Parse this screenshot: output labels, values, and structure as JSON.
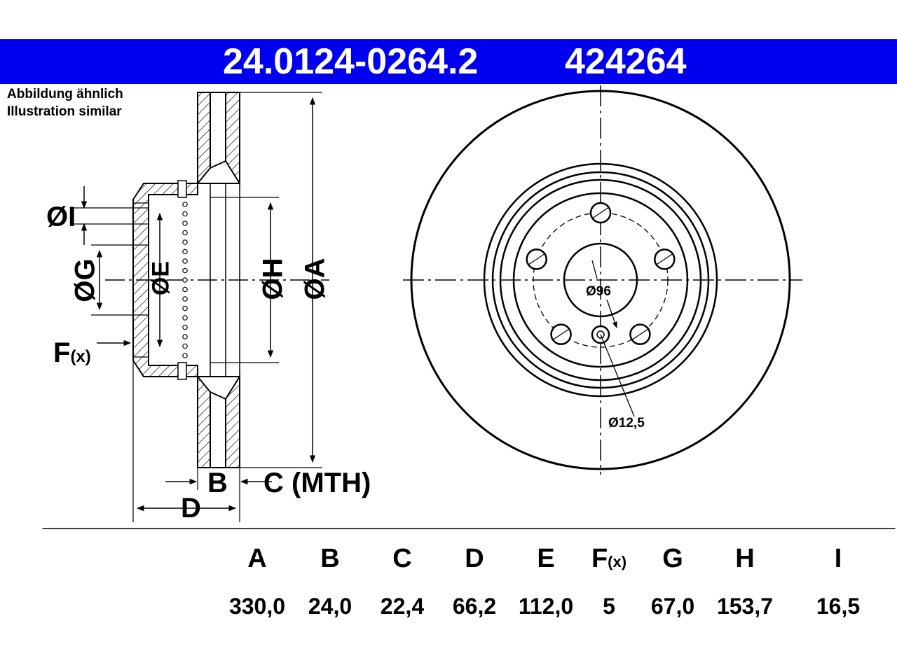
{
  "header": {
    "part_number": "24.0124-0264.2",
    "alt_number": "424264",
    "background_color": "#0000ee",
    "text_color": "#ffffff"
  },
  "note": {
    "line1": "Abbildung ähnlich",
    "line2": "Illustration similar"
  },
  "side_view_labels": {
    "I": "ØI",
    "G": "ØG",
    "E": "ØE",
    "H": "ØH",
    "A": "ØA",
    "F": "F",
    "F_sub": "(x)",
    "B": "B",
    "C": "C (MTH)",
    "D": "D"
  },
  "front_view_labels": {
    "pcd": "Ø96",
    "bolt_hole": "Ø12,5"
  },
  "spec_table": {
    "columns": [
      {
        "key": "A",
        "header": "A",
        "value": "330,0"
      },
      {
        "key": "B",
        "header": "B",
        "value": "24,0"
      },
      {
        "key": "C",
        "header": "C",
        "value": "22,4"
      },
      {
        "key": "D",
        "header": "D",
        "value": "66,2"
      },
      {
        "key": "E",
        "header": "E",
        "value": "112,0"
      },
      {
        "key": "F",
        "header": "F",
        "header_sub": "(x)",
        "value": "5"
      },
      {
        "key": "G",
        "header": "G",
        "value": "67,0"
      },
      {
        "key": "H",
        "header": "H",
        "value": "153,7"
      },
      {
        "key": "I",
        "header": "I",
        "value": "16,5"
      }
    ],
    "icons": [
      "brake-disc-icon",
      "bolt-icon",
      "grease-spray-icon"
    ]
  }
}
